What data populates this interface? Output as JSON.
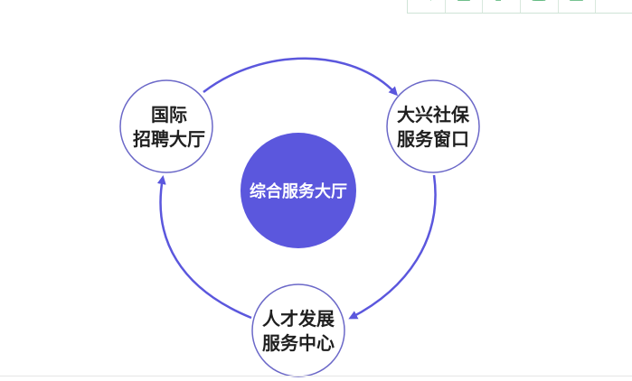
{
  "diagram": {
    "center": "综合服务大厅",
    "nodes": {
      "top_left": {
        "line1": "国际",
        "line2": "招聘大厅"
      },
      "top_right": {
        "line1": "大兴社保",
        "line2": "服务窗口"
      },
      "bottom": {
        "line1": "人才发展",
        "line2": "服务中心"
      }
    }
  },
  "colors": {
    "accent": "#5b57dd",
    "node_border": "#6b68c8",
    "toolbar_icon": "#4caf6f"
  },
  "toolbar": {
    "icons": [
      "zoom-icon",
      "copy-icon",
      "expand-icon",
      "save-icon",
      "edit-icon",
      "settings-icon"
    ]
  }
}
